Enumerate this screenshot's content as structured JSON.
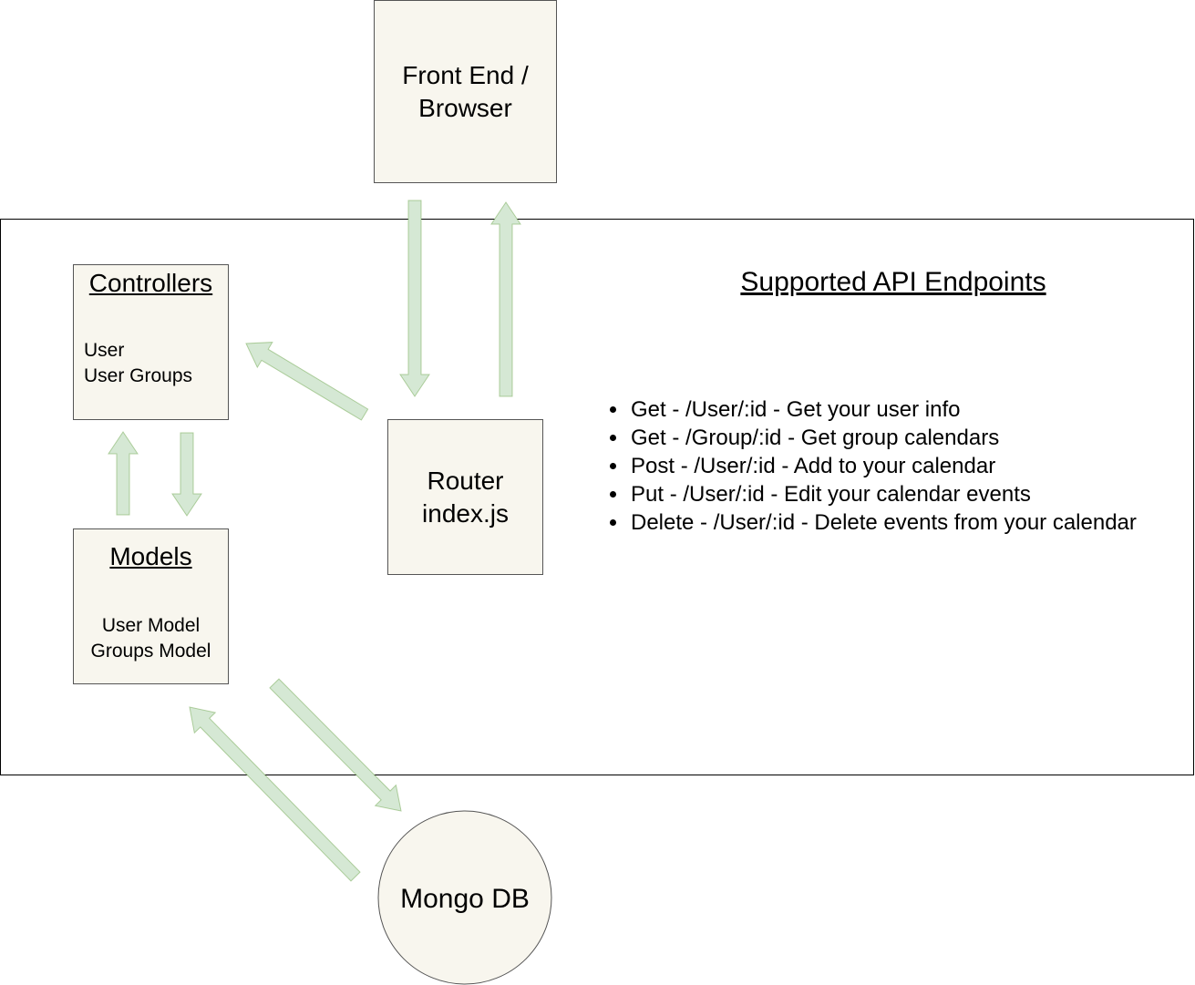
{
  "colors": {
    "box_fill": "#f8f6ee",
    "box_border": "#555555",
    "frame_border": "#000000",
    "arrow_fill": "#d5e8d4",
    "arrow_stroke": "#82b366"
  },
  "nodes": {
    "frontend": {
      "label_line1": "Front End /",
      "label_line2": "Browser"
    },
    "router": {
      "label_line1": "Router",
      "label_line2": "index.js"
    },
    "controllers": {
      "title": "Controllers",
      "items": [
        "User",
        "User Groups"
      ]
    },
    "models": {
      "title": "Models",
      "items": [
        "User Model",
        "Groups Model"
      ]
    },
    "database": {
      "label": "Mongo DB"
    }
  },
  "api": {
    "title": "Supported API Endpoints",
    "endpoints": [
      "Get - /User/:id - Get your user info",
      "Get - /Group/:id - Get group calendars",
      "Post - /User/:id - Add to your calendar",
      "Put - /User/:id - Edit your calendar events",
      "Delete - /User/:id - Delete events from your calendar"
    ]
  }
}
